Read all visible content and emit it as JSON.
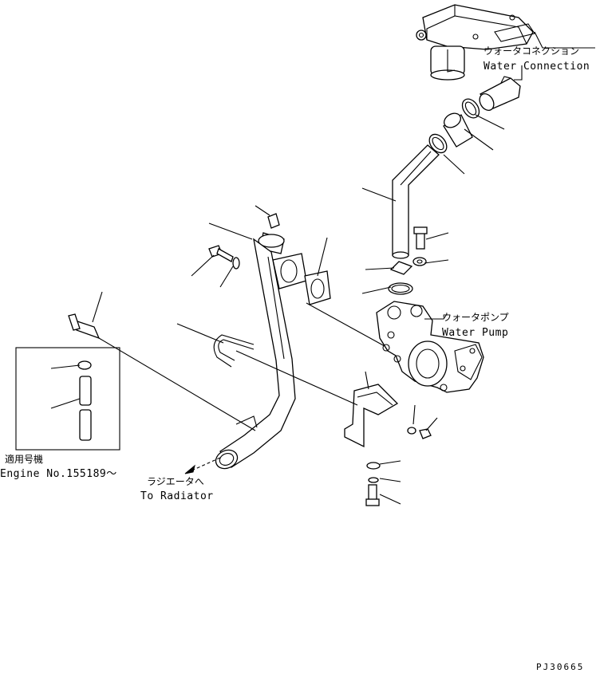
{
  "labels": {
    "water_connection_jp": "ウォータコネクション",
    "water_connection_en": "Water Connection",
    "water_pump_jp": "ウォータポンプ",
    "water_pump_en": "Water Pump",
    "radiator_jp": "ラジエータへ",
    "radiator_en": "To Radiator",
    "applicable_jp": "適用号機",
    "applicable_en": "Engine No.155189～",
    "drawing_code": "PJ30665"
  }
}
